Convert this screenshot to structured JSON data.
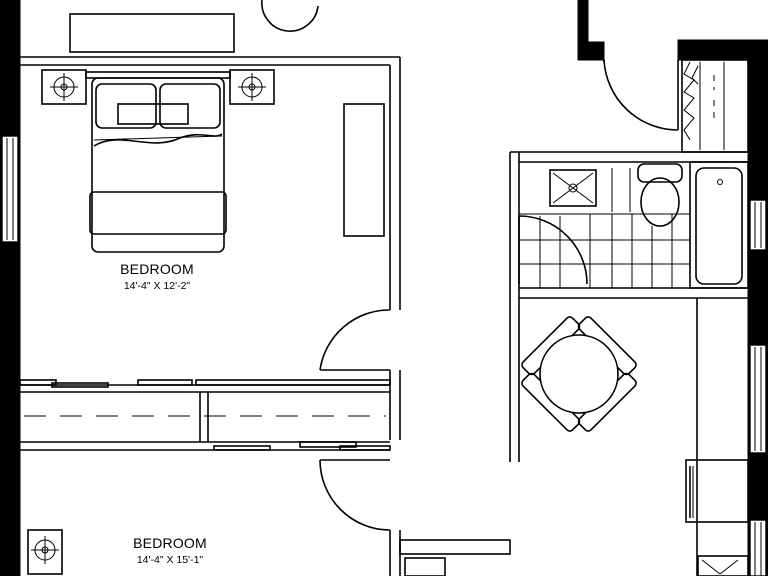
{
  "rooms": [
    {
      "name": "BEDROOM",
      "dimensions": "14'-4\" X 12'-2\""
    },
    {
      "name": "BEDROOM",
      "dimensions": "14'-4\" X 15'-1\""
    }
  ],
  "colors": {
    "line": "#000000",
    "background": "#ffffff"
  }
}
